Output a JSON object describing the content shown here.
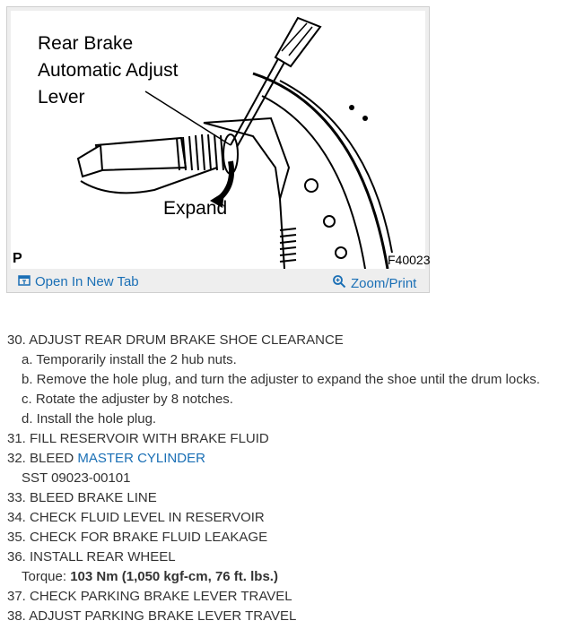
{
  "figure": {
    "label_lever": [
      "Rear Brake",
      "Automatic Adjust",
      "Lever"
    ],
    "label_expand": "Expand",
    "label_p": "P",
    "figure_code": "F40023",
    "open_new_tab": "Open In New Tab",
    "zoom_print": "Zoom/Print"
  },
  "steps": {
    "s30": "30. ADJUST REAR DRUM BRAKE SHOE CLEARANCE",
    "s30a": "a. Temporarily install the 2 hub nuts.",
    "s30b": "b. Remove the hole plug, and turn the adjuster to expand the shoe until the drum locks.",
    "s30c": "c. Rotate the adjuster by 8 notches.",
    "s30d": "d. Install the hole plug.",
    "s31": "31. FILL RESERVOIR WITH BRAKE FLUID",
    "s32_prefix": "32. BLEED ",
    "s32_link": "MASTER CYLINDER",
    "s32_sst": "SST 09023-00101",
    "s33": "33. BLEED BRAKE LINE",
    "s34": "34. CHECK FLUID LEVEL IN RESERVOIR",
    "s35": "35. CHECK FOR BRAKE FLUID LEAKAGE",
    "s36": "36. INSTALL REAR WHEEL",
    "s36_torque_label": "Torque: ",
    "s36_torque_value": "103 Nm (1,050 kgf-cm, 76 ft. lbs.)",
    "s37": "37. CHECK PARKING BRAKE LEVER TRAVEL",
    "s38": "38. ADJUST PARKING BRAKE LEVER TRAVEL"
  },
  "colors": {
    "link": "#1a6fb5",
    "text": "#333333"
  }
}
